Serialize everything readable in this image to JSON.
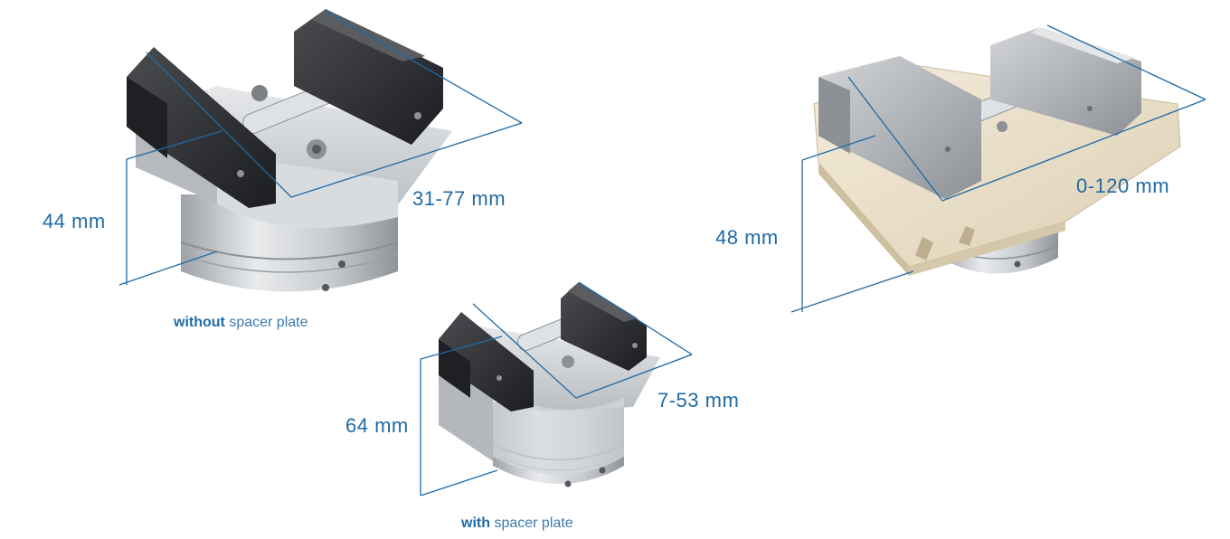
{
  "dimensions": {
    "vise1_height": "44 mm",
    "vise1_span": "31-77 mm",
    "vise2_height": "64 mm",
    "vise2_span": "7-53 mm",
    "vise3_height": "48 mm",
    "vise3_span": "0-120 mm"
  },
  "captions": {
    "vise1_bold": "without",
    "vise1_rest": " spacer plate",
    "vise2_bold": "with",
    "vise2_rest": " spacer plate"
  },
  "colors": {
    "accent": "#1f6aa5",
    "steel": "#c9ccd0",
    "jaw": "#2b2c2f",
    "plate": "#ece2cd"
  }
}
